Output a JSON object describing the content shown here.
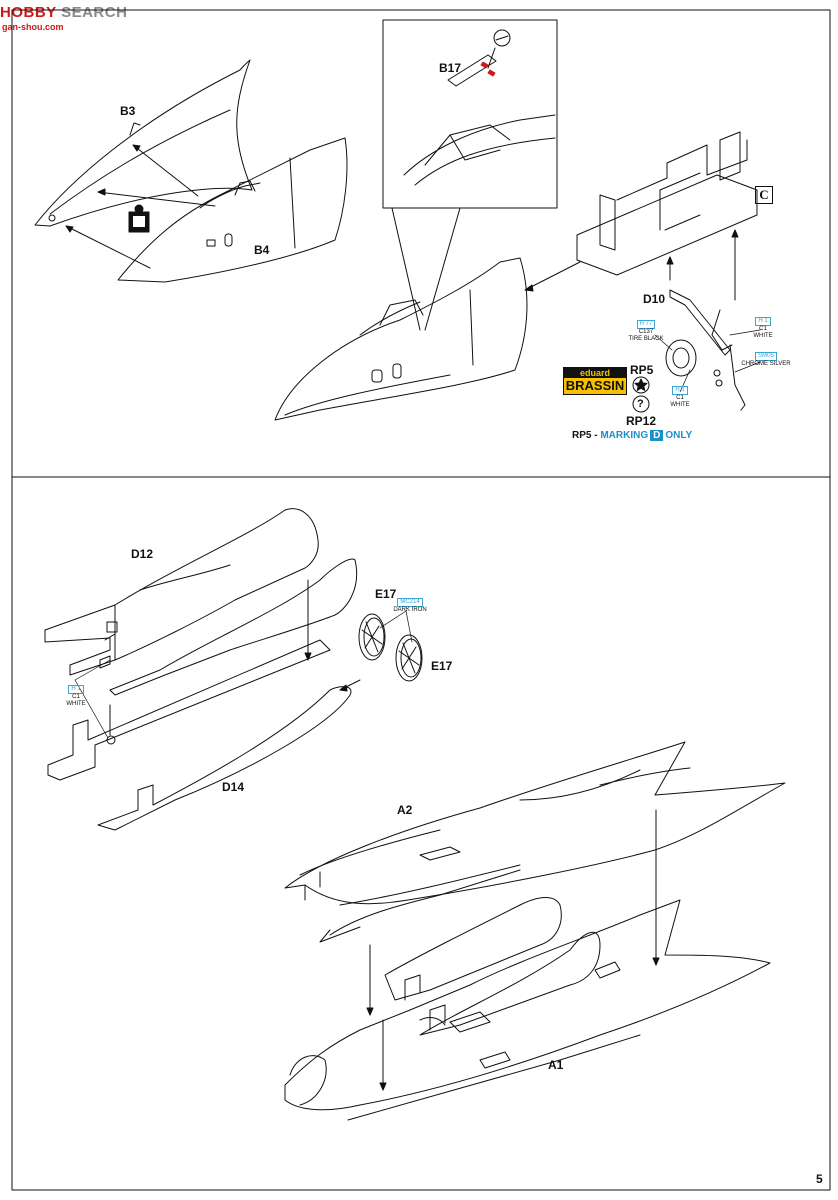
{
  "watermark": {
    "part1": "HOBBY",
    "part2": "SEARCH",
    "url": "gan-shou.com"
  },
  "labels": {
    "b3": "B3",
    "b4": "B4",
    "b17": "B17",
    "d10": "D10",
    "rp5": "RP5",
    "rp12": "RP12",
    "d12": "D12",
    "d14": "D14",
    "e17a": "E17",
    "e17b": "E17",
    "a1": "A1",
    "a2": "A2",
    "c": "C"
  },
  "paints": {
    "h77": {
      "code": "H 77",
      "sub": "C137",
      "name": "TIRE BLACK"
    },
    "h1_top": {
      "code": "H 1",
      "sub": "C1",
      "name": "WHITE"
    },
    "sm05": {
      "code": "SM05",
      "name": "CHROME SILVER"
    },
    "h1_mid": {
      "code": "H 1",
      "sub": "C1",
      "name": "WHITE"
    },
    "mc214": {
      "code": "MC214",
      "name": "DARK IRON"
    },
    "h1_left": {
      "code": "H 1",
      "sub": "C1",
      "name": "WHITE"
    }
  },
  "brassin": {
    "top": "eduard",
    "bottom": "BRASSIN"
  },
  "marking_note": {
    "prefix": "RP5 - ",
    "word": "MARKING",
    "letter": "D",
    "suffix": "ONLY"
  },
  "page_number": "5"
}
